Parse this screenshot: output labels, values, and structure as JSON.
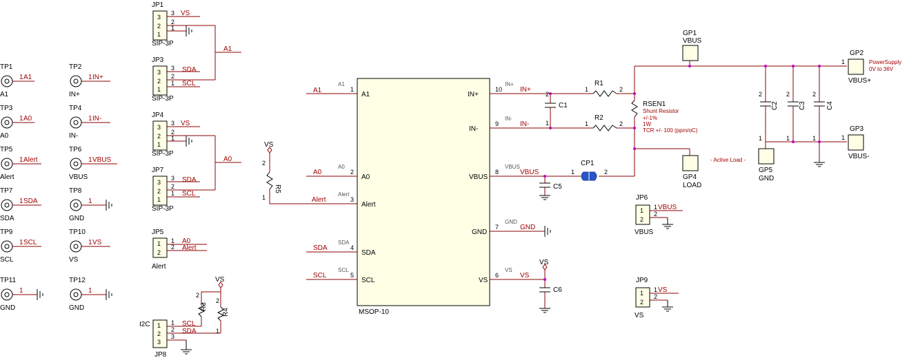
{
  "test_points": [
    {
      "ref": "TP1",
      "net": "A1",
      "label": "A1"
    },
    {
      "ref": "TP2",
      "net": "IN+",
      "label": "IN+"
    },
    {
      "ref": "TP3",
      "net": "A0",
      "label": "A0"
    },
    {
      "ref": "TP4",
      "net": "IN-",
      "label": "IN-"
    },
    {
      "ref": "TP5",
      "net": "Alert",
      "label": "Alert"
    },
    {
      "ref": "TP6",
      "net": "VBUS",
      "label": "VBUS"
    },
    {
      "ref": "TP7",
      "net": "SDA",
      "label": "SDA"
    },
    {
      "ref": "TP8",
      "net": "",
      "label": "GND"
    },
    {
      "ref": "TP9",
      "net": "SCL",
      "label": "SCL"
    },
    {
      "ref": "TP10",
      "net": "VS",
      "label": "VS"
    },
    {
      "ref": "TP11",
      "net": "",
      "label": "GND"
    },
    {
      "ref": "TP12",
      "net": "",
      "label": "GND"
    }
  ],
  "jumpers": {
    "jp1": {
      "ref": "JP1",
      "footprint": "SIP-3P",
      "nets": [
        "VS",
        "",
        ""
      ]
    },
    "jp3": {
      "ref": "JP3",
      "footprint": "SIP-3P",
      "nets": [
        "SDA",
        "SCL"
      ]
    },
    "jp4": {
      "ref": "JP4",
      "footprint": "SIP-3P",
      "nets": [
        "VS",
        "",
        ""
      ]
    },
    "jp7": {
      "ref": "JP7",
      "footprint": "SIP-3P",
      "nets": [
        "SDA",
        "SCL"
      ]
    },
    "jp5": {
      "ref": "JP5",
      "footprint": "Alert",
      "nets": [
        "A0",
        "Alert"
      ]
    },
    "jp8": {
      "ref": "JP8",
      "footprint": "I2C",
      "nets": [
        "SCL",
        "SDA"
      ]
    },
    "jp6": {
      "ref": "JP6",
      "footprint": "VBUS",
      "nets": [
        "VBUS"
      ]
    },
    "jp9": {
      "ref": "JP9",
      "footprint": "VS",
      "nets": [
        "VS"
      ]
    },
    "a1_net": "A1",
    "a0_net": "A0"
  },
  "ic": {
    "package": "MSOP-10",
    "left_pins": [
      {
        "num": "1",
        "name": "A1",
        "net": "A1",
        "hint": "A1"
      },
      {
        "num": "2",
        "name": "A0",
        "net": "A0",
        "hint": "A0"
      },
      {
        "num": "3",
        "name": "Alert",
        "net": "Alert",
        "hint": "Alert"
      },
      {
        "num": "4",
        "name": "SDA",
        "net": "SDA",
        "hint": "SDA"
      },
      {
        "num": "5",
        "name": "SCL",
        "net": "SCL",
        "hint": "SCL"
      }
    ],
    "right_pins": [
      {
        "num": "10",
        "name": "IN+",
        "net": "IN+",
        "hint": "IN+"
      },
      {
        "num": "9",
        "name": "IN-",
        "net": "IN-",
        "hint": "IN-"
      },
      {
        "num": "8",
        "name": "VBUS",
        "net": "VBUS",
        "hint": "VBUS"
      },
      {
        "num": "7",
        "name": "GND",
        "net": "GND",
        "hint": "GND"
      },
      {
        "num": "6",
        "name": "VS",
        "net": "VS",
        "hint": "VS"
      }
    ]
  },
  "resistors": {
    "r1": "R1",
    "r2": "R2",
    "r3": "R3",
    "r4": "R4",
    "r5": "R5",
    "rsen": {
      "ref": "RSEN1",
      "lines": [
        "Shunt Resistor",
        "+/-1%",
        "1W",
        "TCR +/- 100 (ppm/oC)"
      ]
    }
  },
  "capacitors": {
    "c1": "C1",
    "c2": "C2",
    "c3": "C3",
    "c4": "C4",
    "c5": "C5",
    "c6": "C6",
    "cp1": "CP1"
  },
  "pads": {
    "gp1": {
      "ref": "GP1",
      "net": "VBUS"
    },
    "gp2": {
      "ref": "GP2",
      "net": "VBUS+",
      "note": [
        "PowerSupply",
        "0V to 36V"
      ]
    },
    "gp3": {
      "ref": "GP3",
      "net": "VBUS-"
    },
    "gp4": {
      "ref": "GP4",
      "net": "LOAD"
    },
    "gp5": {
      "ref": "GP5",
      "net": "GND"
    },
    "active_load": "- Active Load -"
  },
  "vs_label": "VS",
  "pin_nums": {
    "p1": "1",
    "p2": "2",
    "p3": "3"
  }
}
